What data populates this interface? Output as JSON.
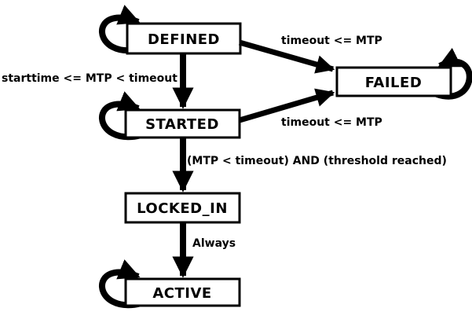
{
  "page": {
    "background": "#ffffff",
    "ink_color": "#000000",
    "box_fill": "#ffffff"
  },
  "diagram": {
    "type": "state-machine",
    "states": [
      {
        "name": "DEFINED"
      },
      {
        "name": "FAILED"
      },
      {
        "name": "STARTED"
      },
      {
        "name": "LOCKED_IN"
      },
      {
        "name": "ACTIVE"
      }
    ],
    "transitions": [
      {
        "from": "DEFINED",
        "to": "STARTED",
        "label": "starttime <= MTP < timeout"
      },
      {
        "from": "DEFINED",
        "to": "FAILED",
        "label": "timeout <= MTP"
      },
      {
        "from": "STARTED",
        "to": "FAILED",
        "label": "timeout <= MTP"
      },
      {
        "from": "STARTED",
        "to": "LOCKED_IN",
        "label": "(MTP < timeout) AND (threshold reached)"
      },
      {
        "from": "LOCKED_IN",
        "to": "ACTIVE",
        "label": "Always"
      },
      {
        "from": "DEFINED",
        "to": "DEFINED",
        "label": ""
      },
      {
        "from": "STARTED",
        "to": "STARTED",
        "label": ""
      },
      {
        "from": "FAILED",
        "to": "FAILED",
        "label": ""
      },
      {
        "from": "ACTIVE",
        "to": "ACTIVE",
        "label": ""
      }
    ]
  }
}
